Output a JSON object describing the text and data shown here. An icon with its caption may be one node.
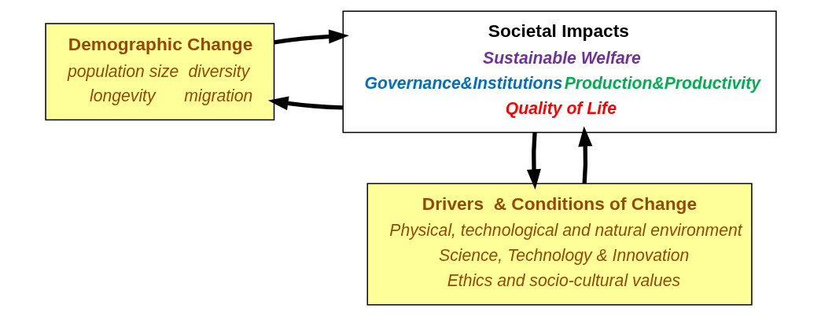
{
  "diagram": {
    "nodes": [
      {
        "text": [
          "Demographic Change",
          "population size",
          "diversity",
          "longevity",
          "migration"
        ]
      },
      {
        "text": [
          "Societal Impacts",
          "Sustainable Welfare",
          "Governance&Institutions",
          "Production&Productivity",
          "Quality of Life"
        ]
      },
      {
        "text": [
          "Drivers  & Conditions of Change",
          "Physical, technological and natural environment",
          "Science, Technology & Innovation",
          "Ethics and socio-cultural values"
        ]
      }
    ],
    "edges": [
      {
        "from": 1,
        "to": 0,
        "arrow": "to"
      },
      {
        "from": 0,
        "to": 1,
        "arrow": "to"
      },
      {
        "from": 1,
        "to": 2,
        "arrow": "to"
      },
      {
        "from": 2,
        "to": 1,
        "arrow": "to"
      }
    ]
  }
}
